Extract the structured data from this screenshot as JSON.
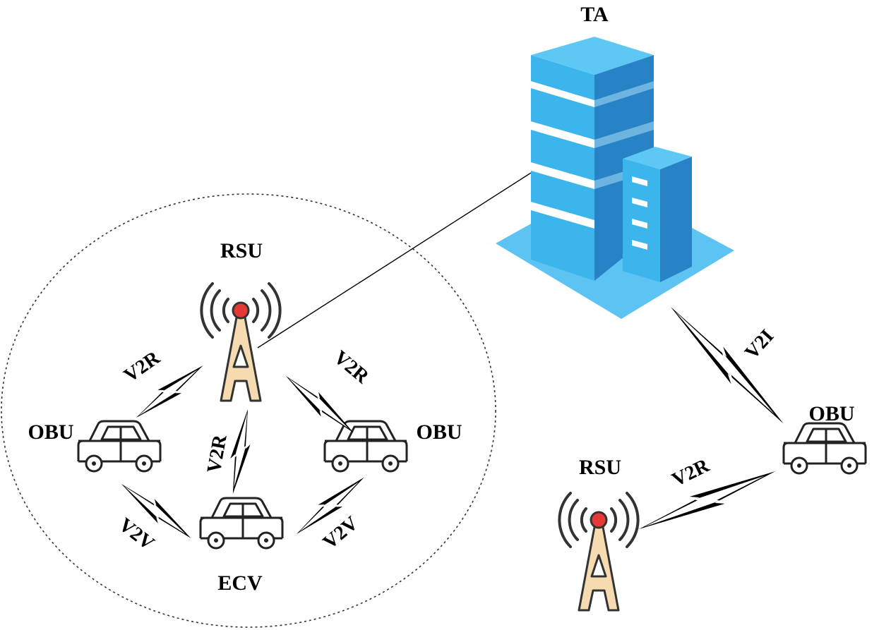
{
  "labels": {
    "ta": "TA",
    "rsu_main": "RSU",
    "rsu_right": "RSU",
    "obu_left": "OBU",
    "obu_mid": "OBU",
    "obu_right": "OBU",
    "ecv": "ECV",
    "v2r_left": "V2R",
    "v2r_right": "V2R",
    "v2r_center": "V2R",
    "v2r_far": "V2R",
    "v2v_left": "V2V",
    "v2v_right": "V2V",
    "v2i": "V2I"
  },
  "colors": {
    "building_front": "#3CB4EC",
    "building_side": "#2783C6",
    "building_top": "#5DC8F4",
    "ground": "#5CC3F2",
    "tower_fill": "#F6DBB0",
    "tower_stroke": "#333333",
    "tower_light": "#E53935",
    "line": "#000000"
  },
  "icons": {
    "building": "office-building-icon",
    "tower": "radio-tower-icon",
    "car": "car-icon",
    "lightning": "lightning-link-icon"
  }
}
